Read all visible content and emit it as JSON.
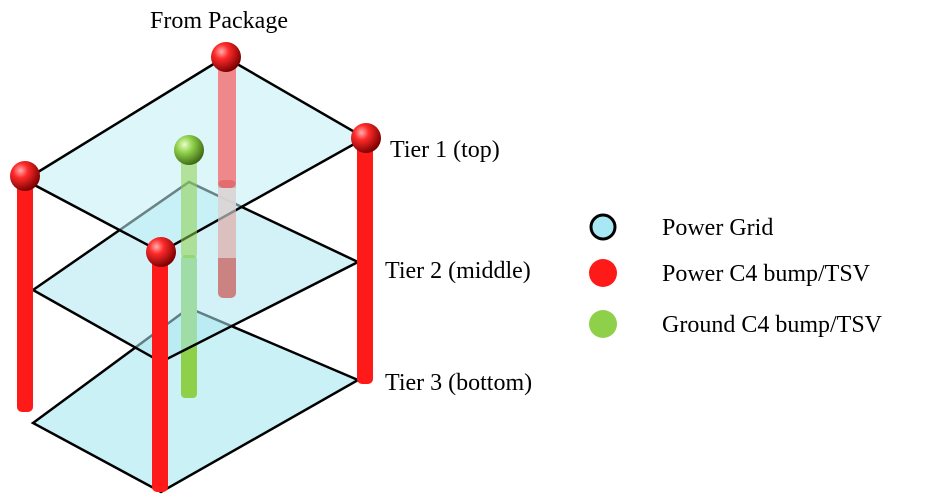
{
  "diagram": {
    "top_label": "From Package",
    "tiers": [
      {
        "label": "Tier 1 (top)"
      },
      {
        "label": "Tier 2 (middle)"
      },
      {
        "label": "Tier 3 (bottom)"
      }
    ],
    "legend": [
      {
        "label": "Power Grid",
        "color": "#a8e8f4",
        "marker": "outlined-circle"
      },
      {
        "label": "Power C4 bump/TSV",
        "color": "#ff1a1a",
        "marker": "filled-circle"
      },
      {
        "label": "Ground C4 bump/TSV",
        "color": "#8fd04a",
        "marker": "filled-circle"
      }
    ],
    "colors": {
      "grid_fill": "#bfeef5",
      "power": "#ff1a1a",
      "ground": "#8fd04a",
      "edge": "#000000"
    }
  }
}
